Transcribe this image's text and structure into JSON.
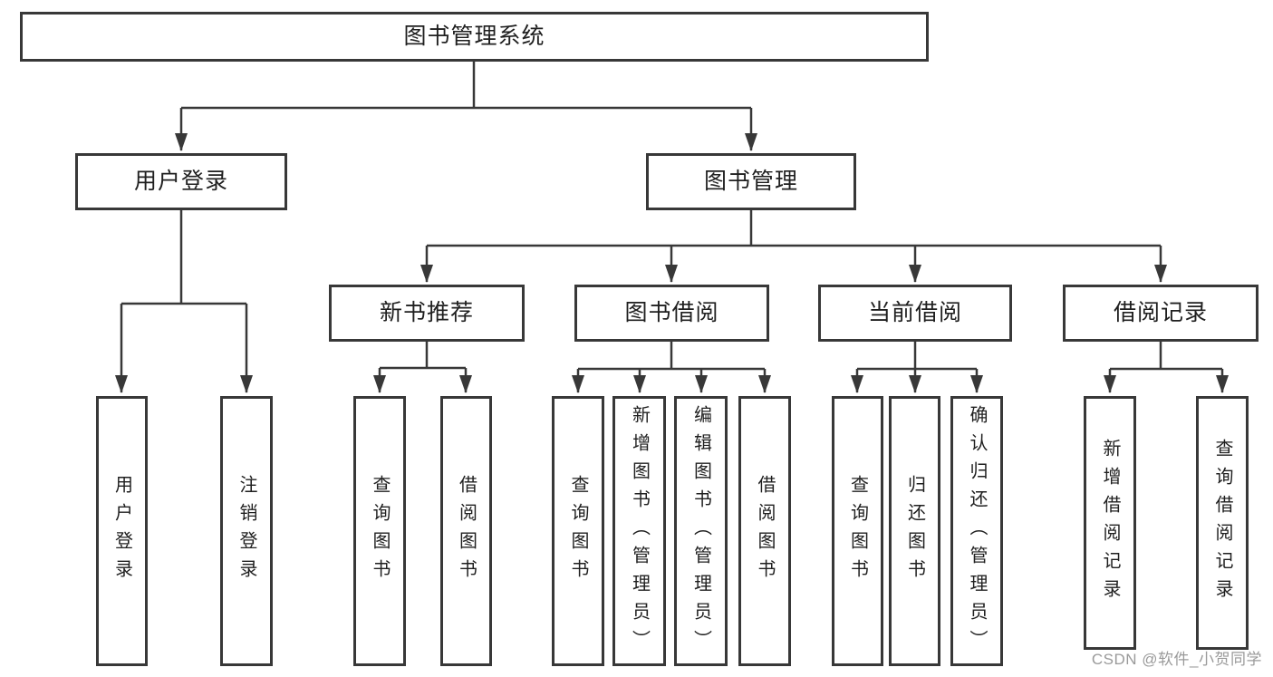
{
  "colors": {
    "line": "#383838",
    "box_border": "#383838",
    "text": "#1f1f1f",
    "background": "#ffffff",
    "watermark": "#919191"
  },
  "tree": {
    "label": "图书管理系统",
    "children": [
      {
        "label": "用户登录",
        "children": [
          {
            "label": "用户登录"
          },
          {
            "label": "注销登录"
          }
        ]
      },
      {
        "label": "图书管理",
        "children": [
          {
            "label": "新书推荐",
            "children": [
              {
                "label": "查询图书"
              },
              {
                "label": "借阅图书"
              }
            ]
          },
          {
            "label": "图书借阅",
            "children": [
              {
                "label": "查询图书"
              },
              {
                "label": "新增图书（管理员）"
              },
              {
                "label": "编辑图书（管理员）"
              },
              {
                "label": "借阅图书"
              }
            ]
          },
          {
            "label": "当前借阅",
            "children": [
              {
                "label": "查询图书"
              },
              {
                "label": "归还图书"
              },
              {
                "label": "确认归还（管理员）"
              }
            ]
          },
          {
            "label": "借阅记录",
            "children": [
              {
                "label": "新增借阅记录"
              },
              {
                "label": "查询借阅记录"
              }
            ]
          }
        ]
      }
    ]
  },
  "watermark": {
    "text": "CSDN @软件_小贺同学"
  }
}
